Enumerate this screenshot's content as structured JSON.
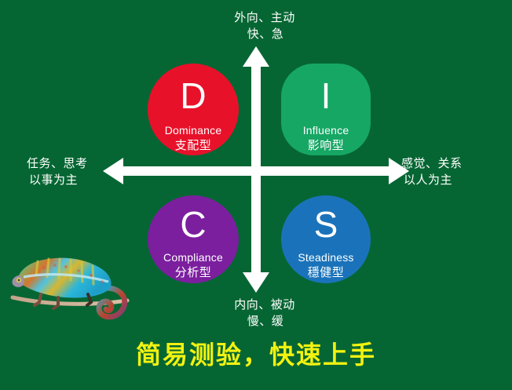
{
  "background_color": "#066633",
  "headline": "简易测验，快速上手",
  "headline_color": "#f2f211",
  "axes": {
    "top": {
      "line1": "外向、主动",
      "line2": "快、急"
    },
    "bottom": {
      "line1": "内向、被动",
      "line2": "慢、缓"
    },
    "left": {
      "line1": "任务、思考",
      "line2": "以事为主"
    },
    "right": {
      "line1": "感觉、关系",
      "line2": "以人为主"
    },
    "color": "#ffffff"
  },
  "quadrants": [
    {
      "key": "D",
      "letter": "D",
      "english": "Dominance",
      "chinese": "支配型",
      "color": "#e8112a",
      "position": "top-left"
    },
    {
      "key": "I",
      "letter": "I",
      "english": "Influence",
      "chinese": "影响型",
      "color": "#16a765",
      "position": "top-right"
    },
    {
      "key": "C",
      "letter": "C",
      "english": "Compliance",
      "chinese": "分析型",
      "color": "#7b1f9e",
      "position": "bottom-left"
    },
    {
      "key": "S",
      "letter": "S",
      "english": "Steadiness",
      "chinese": "穩健型",
      "color": "#1a73ba",
      "position": "bottom-right"
    }
  ],
  "decoration": {
    "chameleon_alt": "chameleon-photo"
  }
}
